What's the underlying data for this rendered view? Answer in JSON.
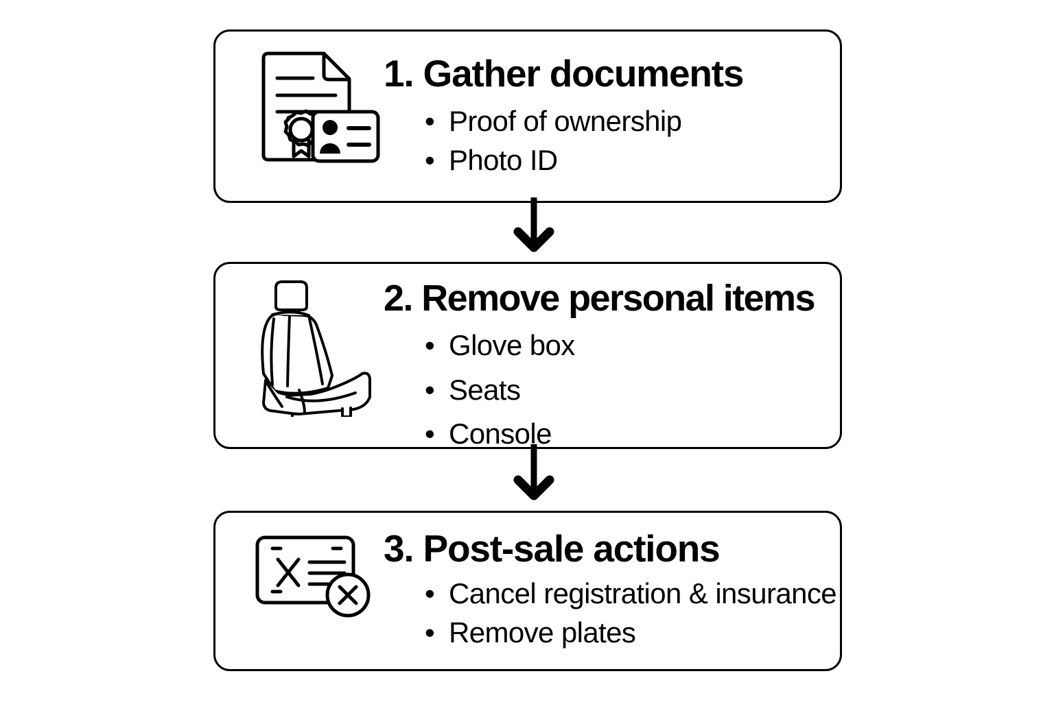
{
  "diagram": {
    "title": "Vehicle sale preparation checklist",
    "type": "vertical-flowchart",
    "background_color": "#ffffff",
    "stroke_color": "#000000",
    "bullet_glyph": "•",
    "steps": [
      {
        "number": "1",
        "title": "1. Gather documents",
        "icon_name": "documents-certificate-id-icon",
        "bullets": [
          "Proof of ownership",
          "Photo ID"
        ]
      },
      {
        "number": "2",
        "title": "2. Remove personal items",
        "icon_name": "car-seat-icon",
        "bullets": [
          "Glove box",
          "Seats",
          "Console"
        ]
      },
      {
        "number": "3",
        "title": "3. Post-sale actions",
        "icon_name": "license-plate-cancel-icon",
        "bullets": [
          "Cancel registration & insurance",
          "Remove plates"
        ]
      }
    ],
    "connectors": [
      {
        "name": "arrow-step1-to-step2",
        "direction": "down"
      },
      {
        "name": "arrow-step2-to-step3",
        "direction": "down"
      }
    ]
  }
}
